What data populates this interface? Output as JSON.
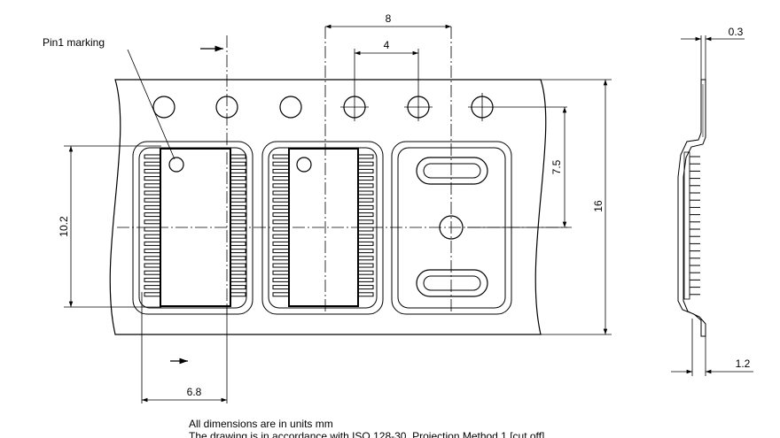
{
  "labels": {
    "pin1": "Pin1 marking",
    "pitch_8": "8",
    "pitch_4": "4",
    "dim_7_5": "7.5",
    "dim_16": "16",
    "dim_10_2": "10.2",
    "dim_6_8": "6.8",
    "dim_0_3": "0.3",
    "dim_1_2": "1.2"
  },
  "footer": {
    "units_note": "All dimensions are in units mm",
    "standard_note": "The drawing is in accordance with ISO 128-30, Projection Method 1 [cut off]"
  }
}
